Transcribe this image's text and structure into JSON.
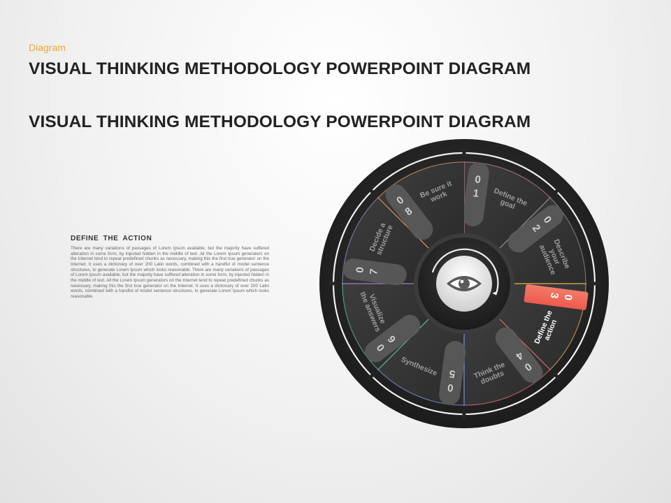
{
  "header": {
    "category": "Diagram",
    "title": "VISUAL THINKING METHODOLOGY POWERPOINT DIAGRAM",
    "subtitle": "VISUAL THINKING METHODOLOGY POWERPOINT DIAGRAM"
  },
  "description": {
    "heading": "DEFINE  THE  ACTION",
    "body": "There are many variations of passages of Lorem Ipsum available, but the majority have suffered alteration in some form, by injected hidden in the middle of text. All the Lorem Ipsum generators on the Internet tend to repeat predefined chunks as necessary, making this the first true generator on the Internet. It uses a dictionary of over 200 Latin words, combined with a handful of model sentence structures, to generate Lorem Ipsum which looks reasonable. There are many variations of passages of Lorem Ipsum available, but the majority have suffered alteration in some form, by injected hidden in the middle of text. All the Lorem Ipsum generators on the Internet tend to repeat predefined chunks as necessary, making this the first true generator on the Internet. It uses a dictionary of over 200 Latin words, combined with a handful of model sentence structures, to generate Lorem Ipsum which looks reasonable."
  },
  "diagram": {
    "center_icon": "eye-icon",
    "cycle_icon": "circular-arrow-icon",
    "active_color": "#f06a5a",
    "segments": [
      {
        "number": "01",
        "label": [
          "Define the",
          "goal"
        ],
        "color": "#c07a98",
        "active": false
      },
      {
        "number": "02",
        "label": [
          "Describe",
          "your",
          "audience"
        ],
        "color": "#8f8f8f",
        "active": false
      },
      {
        "number": "03",
        "label": [
          "Define the",
          "action"
        ],
        "color": "#e8b34a",
        "active": true
      },
      {
        "number": "04",
        "label": [
          "Think the",
          "doubts"
        ],
        "color": "#d86a72",
        "active": false
      },
      {
        "number": "05",
        "label": [
          "Synthesize"
        ],
        "color": "#7e8fd8",
        "active": false
      },
      {
        "number": "06",
        "label": [
          "Visualize",
          "the answers"
        ],
        "color": "#5dbb92",
        "active": false
      },
      {
        "number": "07",
        "label": [
          "Decide a",
          "structure"
        ],
        "color": "#9b7fd0",
        "active": false
      },
      {
        "number": "08",
        "label": [
          "Be sure it",
          "work"
        ],
        "color": "#e0935a",
        "active": false
      }
    ]
  }
}
